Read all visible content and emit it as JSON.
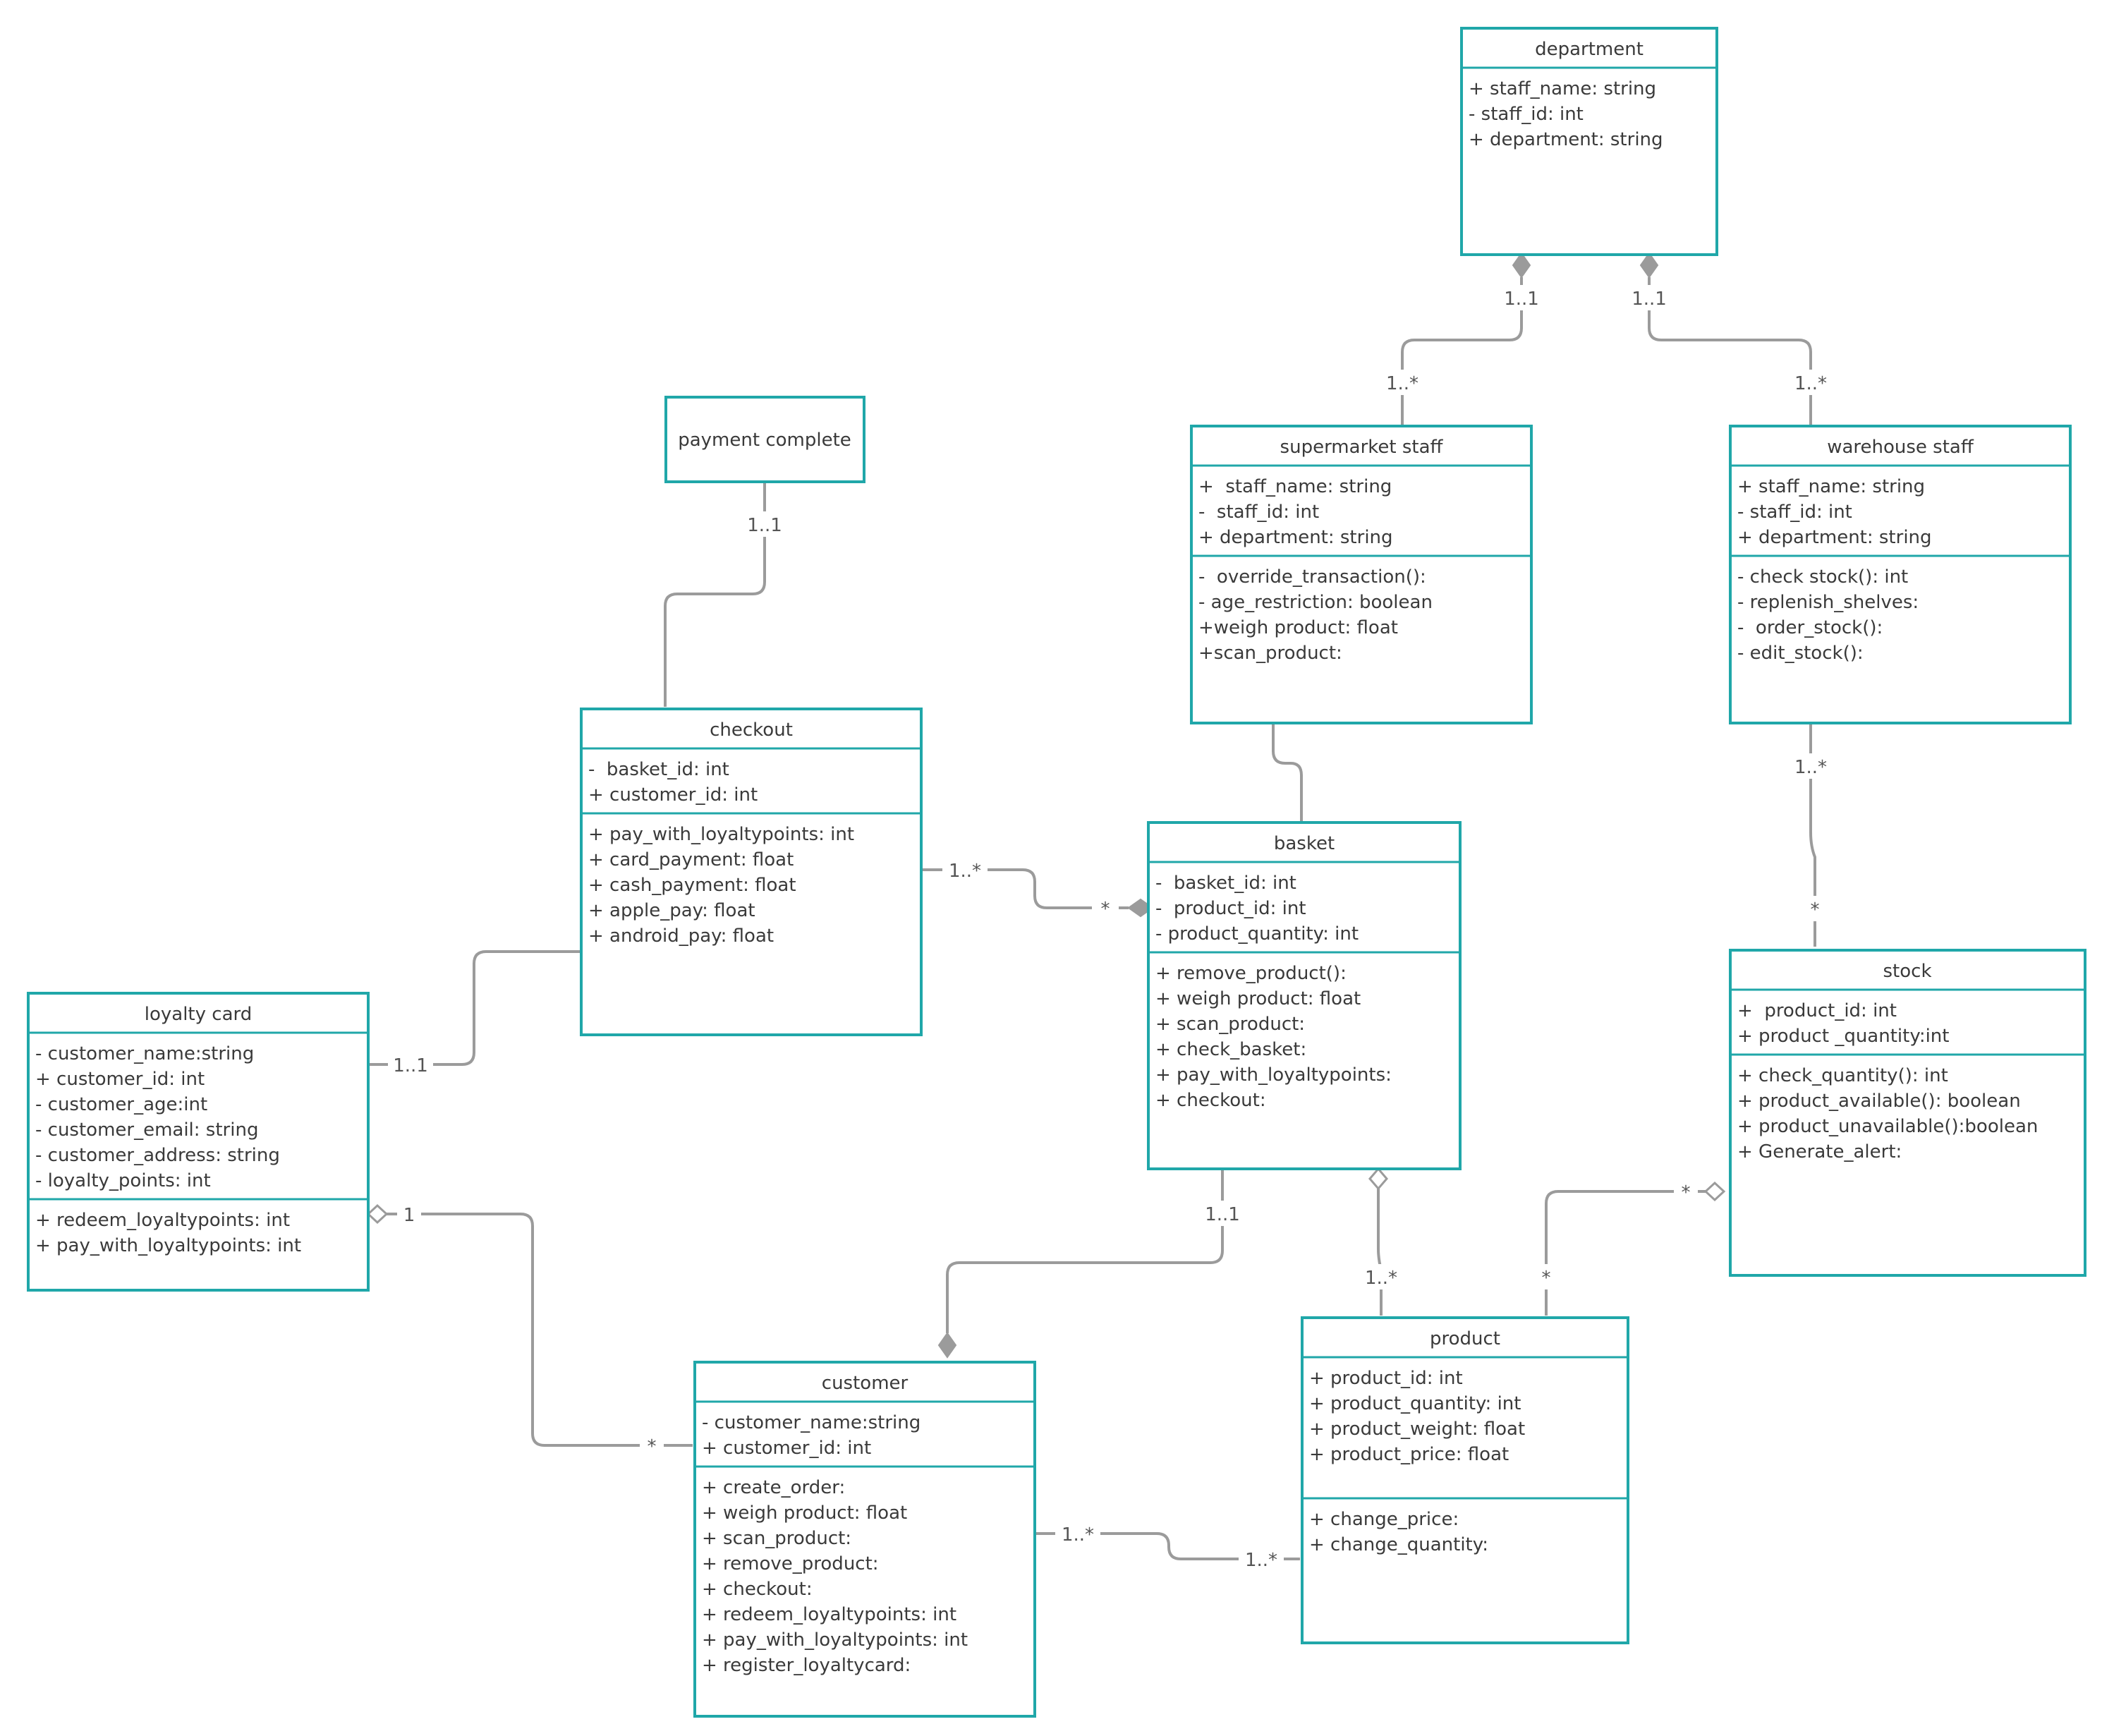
{
  "colors": {
    "class_border": "#20a7a9",
    "connector": "#9b9b9b",
    "text": "#3a3a3a"
  },
  "classes": {
    "department": {
      "title": "department",
      "attributes": [
        "+ staff_name: string",
        "- staff_id: int",
        "+ department: string"
      ],
      "methods": []
    },
    "supermarket_staff": {
      "title": "supermarket staff",
      "attributes": [
        "+  staff_name: string",
        "-  staff_id: int",
        "+ department: string"
      ],
      "methods": [
        "-  override_transaction():",
        "- age_restriction: boolean",
        "+weigh product: float",
        "+scan_product:"
      ]
    },
    "warehouse_staff": {
      "title": "warehouse staff",
      "attributes": [
        "+ staff_name: string",
        "- staff_id: int",
        "+ department: string"
      ],
      "methods": [
        "- check stock(): int",
        "- replenish_shelves:",
        "-  order_stock():",
        "- edit_stock():"
      ]
    },
    "payment_complete": {
      "title": "payment complete",
      "attributes": [],
      "methods": []
    },
    "checkout": {
      "title": "checkout",
      "attributes": [
        "-  basket_id: int",
        "+ customer_id: int"
      ],
      "methods": [
        "+ pay_with_loyaltypoints: int",
        "+ card_payment: float",
        "+ cash_payment: float",
        "+ apple_pay: float",
        "+ android_pay: float"
      ]
    },
    "basket": {
      "title": "basket",
      "attributes": [
        "-  basket_id: int",
        "-  product_id: int",
        "- product_quantity: int"
      ],
      "methods": [
        "+ remove_product():",
        "+ weigh product: float",
        "+ scan_product:",
        "+ check_basket:",
        "+ pay_with_loyaltypoints:",
        "+ checkout:"
      ]
    },
    "stock": {
      "title": "stock",
      "attributes": [
        "+  product_id: int",
        "+ product _quantity:int"
      ],
      "methods": [
        "+ check_quantity(): int",
        "+ product_available(): boolean",
        "+ product_unavailable():boolean",
        "+ Generate_alert:"
      ]
    },
    "loyalty_card": {
      "title": "loyalty card",
      "attributes": [
        "- customer_name:string",
        "+ customer_id: int",
        "- customer_age:int",
        "- customer_email: string",
        "- customer_address: string",
        "- loyalty_points: int"
      ],
      "methods": [
        "+ redeem_loyaltypoints: int",
        "+ pay_with_loyaltypoints: int"
      ]
    },
    "customer": {
      "title": "customer",
      "attributes": [
        "- customer_name:string",
        "+ customer_id: int"
      ],
      "methods": [
        "+ create_order:",
        "+ weigh product: float",
        "+ scan_product:",
        "+ remove_product:",
        "+ checkout:",
        "+ redeem_loyaltypoints: int",
        "+ pay_with_loyaltypoints: int",
        "+ register_loyaltycard:"
      ]
    },
    "product": {
      "title": "product",
      "attributes": [
        "+ product_id: int",
        "+ product_quantity: int",
        "+ product_weight: float",
        "+ product_price: float"
      ],
      "methods": [
        "+ change_price:",
        "+ change_quantity:"
      ]
    }
  },
  "multiplicities": {
    "dept_super_top": "1..1",
    "dept_super_bottom": "1..*",
    "dept_ware_top": "1..1",
    "dept_ware_bottom": "1..*",
    "payment_checkout": "1..1",
    "checkout_basket_left": "1..*",
    "checkout_basket_right": "*",
    "loyalty_checkout": "1..1",
    "loyalty_customer_left": "1",
    "loyalty_customer_right": "*",
    "basket_customer": "1..1",
    "basket_product": "1..*",
    "ware_stock_top": "1..*",
    "ware_stock_bottom": "*",
    "stock_product_right": "*",
    "stock_product_left": "*",
    "customer_product_left": "1..*",
    "customer_product_right": "1..*"
  }
}
